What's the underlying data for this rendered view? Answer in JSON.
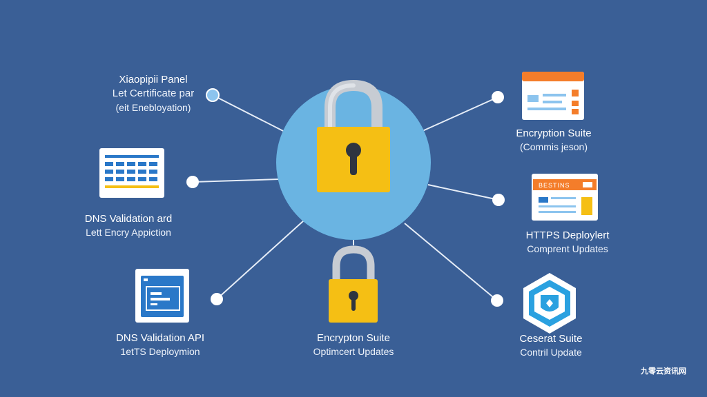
{
  "nodes": [
    {
      "id": "top-left",
      "lines": [
        "Xiaopipii Panel",
        "Let Certificate par",
        "(eit Enebloyation)"
      ]
    },
    {
      "id": "mid-left",
      "lines": [
        "DNS Validation ard",
        "Lett Encry Appiction"
      ]
    },
    {
      "id": "bottom-left",
      "lines": [
        "DNS Validation API",
        "1etTS Deploymion"
      ]
    },
    {
      "id": "bottom-center",
      "lines": [
        "Encrypton Suite",
        "Optimcert Updates"
      ]
    },
    {
      "id": "top-right",
      "lines": [
        "Encryption Suite",
        "(Commis jeson)"
      ]
    },
    {
      "id": "mid-right",
      "lines": [
        "HTTPS Deploylert",
        "Comprent Updates"
      ]
    },
    {
      "id": "bottom-right",
      "lines": [
        "Ceserat Suite",
        "Contril Update"
      ]
    }
  ],
  "cards": {
    "mid_right_banner": "BESTINS"
  },
  "watermark": "九零云资讯网",
  "colors": {
    "background": "#3a5f96",
    "hub": "#6ab4e2",
    "lock_body": "#f5bf14",
    "lock_shackle": "#c7ccd3",
    "accent_orange": "#f47d2a",
    "accent_blue": "#2a78c8",
    "card_bg": "#ffffff"
  },
  "icons": [
    "padlock-icon",
    "padlock-icon",
    "calendar-grid-icon",
    "browser-window-icon",
    "dashboard-card-icon",
    "https-card-icon",
    "shield-badge-icon"
  ]
}
